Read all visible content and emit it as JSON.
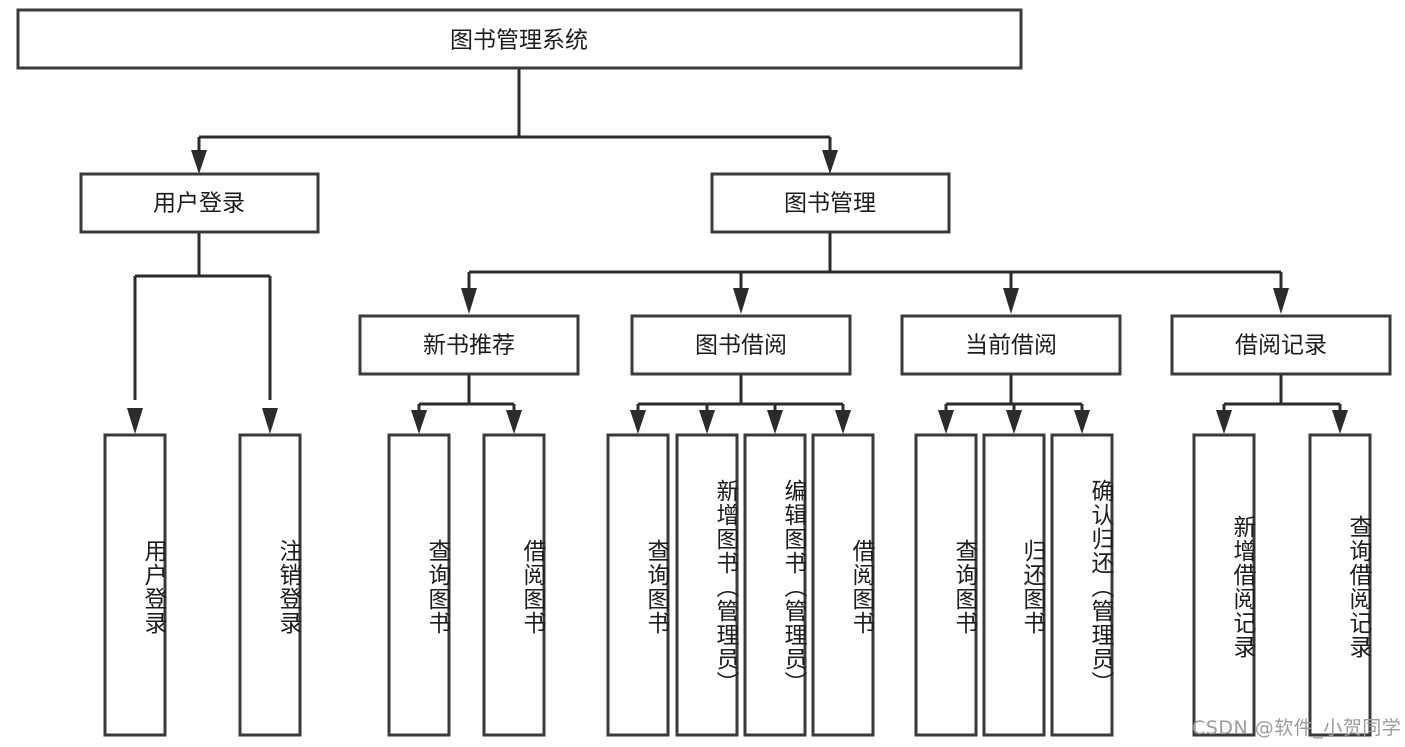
{
  "diagram": {
    "type": "tree",
    "title": "图书管理系统",
    "orientation": "top-down",
    "root": {
      "label": "图书管理系统"
    },
    "level1": [
      {
        "label": "用户登录"
      },
      {
        "label": "图书管理"
      }
    ],
    "level2": [
      {
        "label": "新书推荐"
      },
      {
        "label": "图书借阅"
      },
      {
        "label": "当前借阅"
      },
      {
        "label": "借阅记录"
      }
    ],
    "leaves": {
      "user_login": [
        {
          "label": "用户登录"
        },
        {
          "label": "注销登录"
        }
      ],
      "new_book_recommend": [
        {
          "label": "查询图书"
        },
        {
          "label": "借阅图书"
        }
      ],
      "book_borrow": [
        {
          "label": "查询图书"
        },
        {
          "label": "新增图书（管理员）"
        },
        {
          "label": "编辑图书（管理员）"
        },
        {
          "label": "借阅图书"
        }
      ],
      "current_borrow": [
        {
          "label": "查询图书"
        },
        {
          "label": "归还图书"
        },
        {
          "label": "确认归还（管理员）"
        }
      ],
      "borrow_record": [
        {
          "label": "新增借阅记录"
        },
        {
          "label": "查询借阅记录"
        }
      ]
    }
  },
  "watermark": {
    "text": "CSDN @软件_小贺同学"
  },
  "colors": {
    "background": "#ffffff",
    "box_fill": "#ffffff",
    "box_stroke": "#3a3a3a",
    "connector": "#2b2b2b",
    "text": "#1d1d1d",
    "watermark": "#9c9c9c"
  }
}
